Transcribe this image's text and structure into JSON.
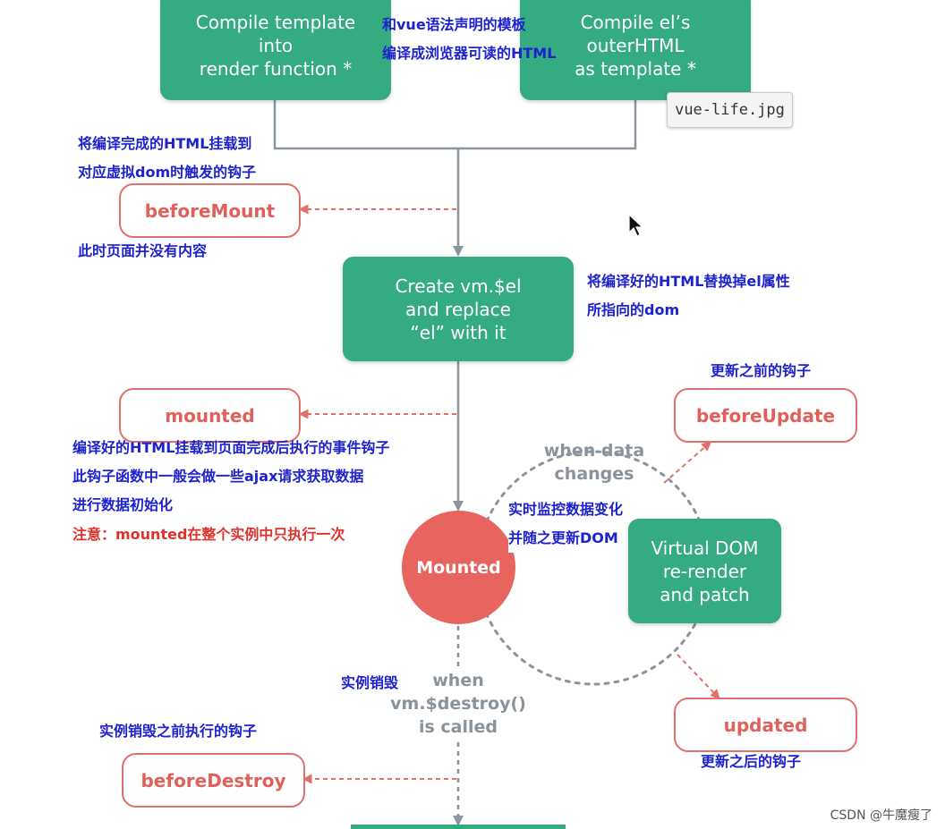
{
  "boxes": {
    "compile_template": "Compile template\ninto\nrender function *",
    "compile_el": "Compile el’s\nouterHTML\nas template *",
    "create_vm": "Create vm.$el\nand replace\n“el” with it",
    "virtual_dom": "Virtual DOM\nre-render\nand patch"
  },
  "hooks": {
    "before_mount": "beforeMount",
    "mounted": "mounted",
    "before_update": "beforeUpdate",
    "updated": "updated",
    "before_destroy": "beforeDestroy"
  },
  "circle": {
    "label": "Mounted"
  },
  "labels": {
    "when_data_changes": [
      "when data",
      "changes"
    ],
    "when_destroy": [
      "when",
      "vm.$destroy()",
      "is called"
    ]
  },
  "notes": {
    "top_compile": [
      "和vue语法声明的模板",
      "编译成浏览器可读的HTML"
    ],
    "before_mount_desc": [
      "将编译完成的HTML挂载到",
      "对应虚拟dom时触发的钩子"
    ],
    "before_mount_after": "此时页面并没有内容",
    "create_desc": [
      "将编译好的HTML替换掉el属性",
      "所指向的dom"
    ],
    "mounted_desc": [
      "编译好的HTML挂载到页面完成后执行的事件钩子",
      "此钩子函数中一般会做一些ajax请求获取数据",
      "进行数据初始化"
    ],
    "mounted_warning": "注意：mounted在整个实例中只执行一次",
    "before_update_desc": "更新之前的钩子",
    "monitor_desc": [
      "实时监控数据变化",
      "并随之更新DOM"
    ],
    "destroy_desc": "实例销毁",
    "before_destroy_desc": "实例销毁之前执行的钩子",
    "updated_desc": "更新之后的钩子"
  },
  "file_tag": "vue-life.jpg",
  "watermark": "CSDN @牛魔瘦了",
  "colors": {
    "green": "#35ab82",
    "hook_red": "#e0706a",
    "circle_red": "#e8655f",
    "note_blue": "#1d22cf",
    "note_red": "#e0322c",
    "line_gray": "#8a969f"
  }
}
